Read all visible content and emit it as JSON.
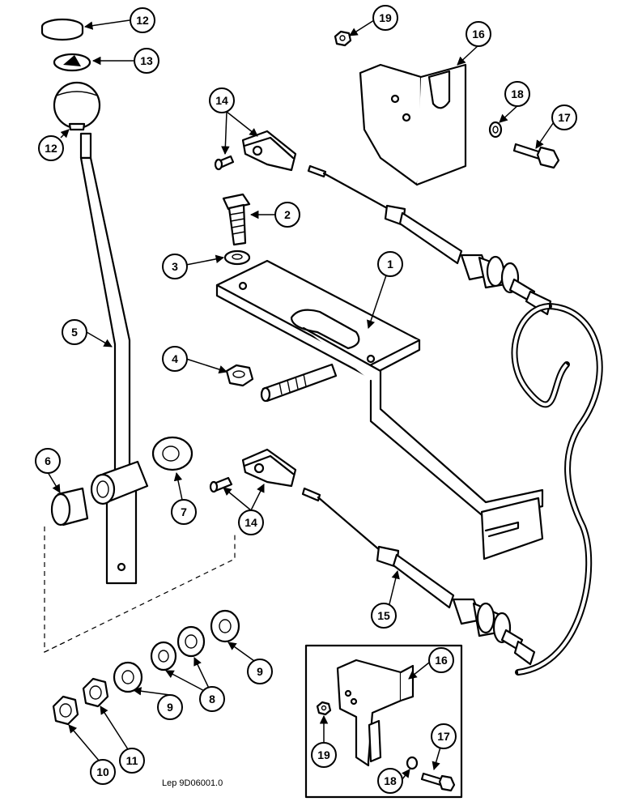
{
  "callouts": [
    "1",
    "2",
    "3",
    "4",
    "5",
    "6",
    "7",
    "8",
    "9",
    "10",
    "11",
    "12",
    "13",
    "14",
    "15",
    "16",
    "17",
    "18",
    "19"
  ],
  "reference": "Lep 9D06001.0",
  "colors": {
    "ink": "#000000",
    "paper": "#ffffff"
  }
}
